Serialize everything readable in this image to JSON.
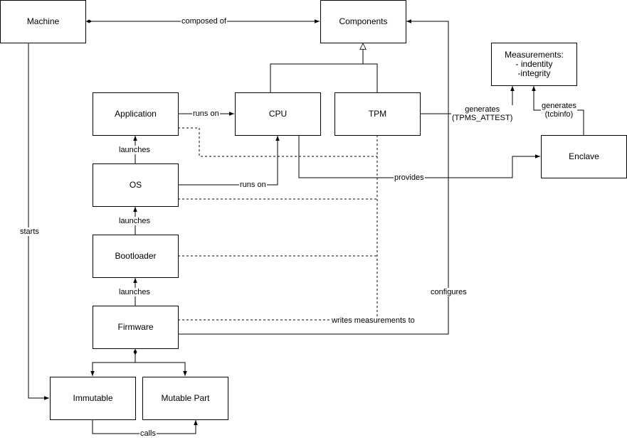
{
  "nodes": {
    "machine": "Machine",
    "components": "Components",
    "measurements_title": "Measurements:",
    "measurements_line1": "- indentity",
    "measurements_line2": "-integrity",
    "application": "Application",
    "cpu": "CPU",
    "tpm": "TPM",
    "enclave": "Enclave",
    "os": "OS",
    "bootloader": "Bootloader",
    "firmware": "Firmware",
    "immutable": "Immutable",
    "mutable": "Mutable Part"
  },
  "edges": {
    "composed_of": "composed of",
    "runs_on_app": "runs on",
    "runs_on_os": "runs on",
    "tpm_generates": "generates\n(TPMS_ATTEST)",
    "enclave_generates": "generates\n(tcbinfo)",
    "provides": "provides",
    "launches_app": "launches",
    "launches_os": "launches",
    "launches_boot": "launches",
    "starts": "starts",
    "configures": "configures",
    "writes": "writes measurements to",
    "calls": "calls"
  },
  "colors": {
    "stroke": "#000000",
    "background": "#ffffff"
  }
}
